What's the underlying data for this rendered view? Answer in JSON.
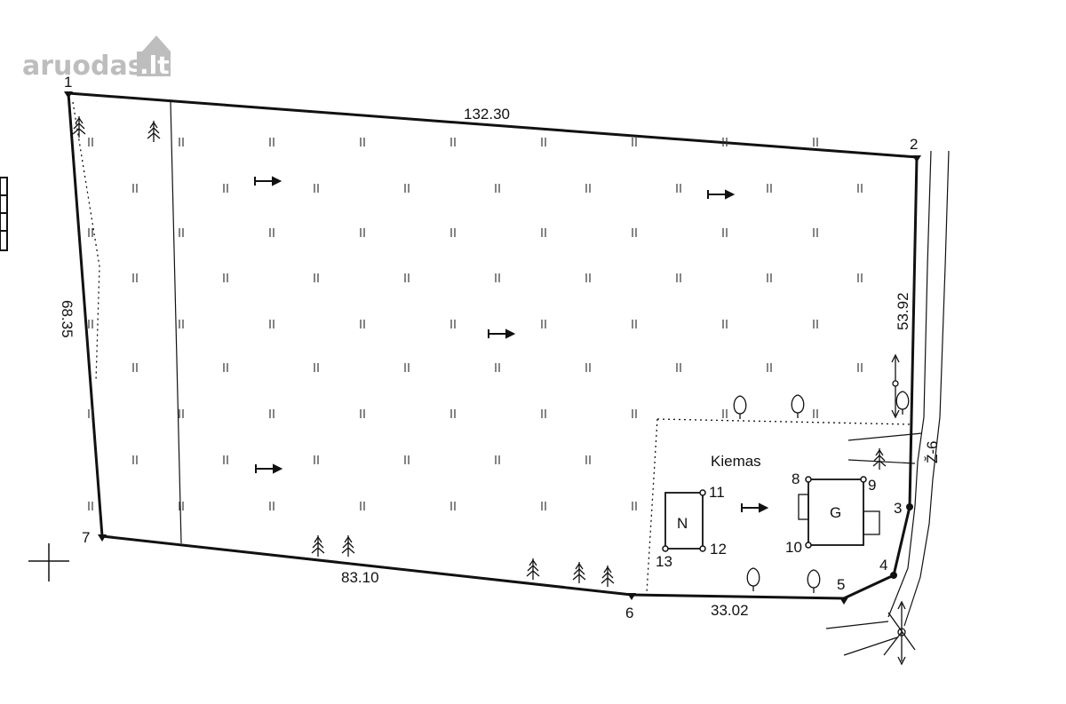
{
  "watermark": {
    "brand": "aruodas",
    "tld": ".lt"
  },
  "points": {
    "p1": "1",
    "p2": "2",
    "p3": "3",
    "p4": "4",
    "p5": "5",
    "p6": "6",
    "p7": "7",
    "p8": "8",
    "p9": "9",
    "p10": "10",
    "p11": "11",
    "p12": "12",
    "p13": "13"
  },
  "dimensions": {
    "top": "132.30",
    "right": "53.92",
    "left": "68.35",
    "bottom_left": "83.10",
    "bottom_right": "33.02"
  },
  "labels": {
    "yard": "Kiemas",
    "building_n": "N",
    "building_g": "G",
    "road": "Ž-6"
  },
  "colors": {
    "line": "#111111",
    "watermark": "#bdbdbd"
  }
}
